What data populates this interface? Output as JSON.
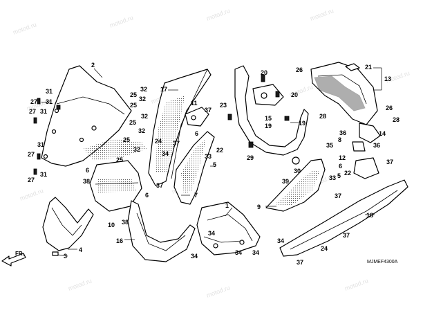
{
  "diagram": {
    "code_label": "MJMEF4300A",
    "direction_label": "FR.",
    "watermark_text": "motod.ru",
    "callouts": {
      "c2": "2",
      "c31a": "31",
      "c27a": "27",
      "c31b": "31",
      "c27b": "27",
      "c31c": "31",
      "c31d": "31",
      "c27c": "27",
      "c31e": "31",
      "c27d": "27",
      "c17": "17",
      "c11": "11",
      "c37a": "37",
      "c32a": "32",
      "c25a": "25",
      "c32b": "32",
      "c25b": "25",
      "c32c": "32",
      "c25c": "25",
      "c32d": "32",
      "c25d": "25",
      "c32e": "32",
      "c24": "24",
      "c6a": "6",
      "c37b": "37",
      "c34a": "34",
      "c25e": "25",
      "c6b": "6",
      "c38a": "38",
      "c37c": "37",
      "c6c": "6",
      "c33": "33",
      "c22a": "22",
      "c5a": "5",
      "c7": "7",
      "c10": "10",
      "c38b": "38",
      "c3": "3",
      "c4": "4",
      "c16": "16",
      "c20a": "20",
      "c20b": "20",
      "c23": "23",
      "c15": "15",
      "c19a": "19",
      "c19b": "19",
      "c29": "29",
      "c30": "30",
      "c39": "39",
      "c1": "1",
      "c34b": "34",
      "c34c": "34",
      "c34d": "34",
      "c34e": "34",
      "c9": "9",
      "c26a": "26",
      "c21": "21",
      "c13": "13",
      "c28a": "28",
      "c26b": "26",
      "c28b": "28",
      "c36a": "36",
      "c14": "14",
      "c8": "8",
      "c35": "35",
      "c36b": "36",
      "c37d": "37",
      "c12": "12",
      "c6d": "6",
      "c5b": "5",
      "c22b": "22",
      "c33b": "33",
      "c37e": "37",
      "c18": "18",
      "c24b": "24",
      "c37f": "37",
      "c34f": "34",
      "c37g": "37"
    }
  }
}
